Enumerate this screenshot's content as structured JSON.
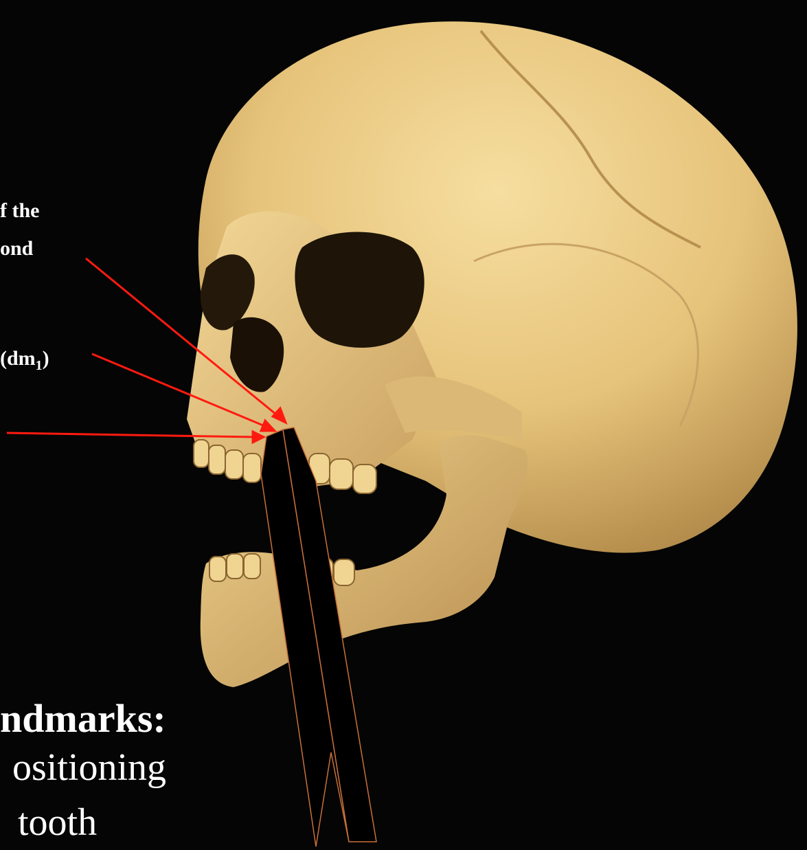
{
  "labels": {
    "line1": "f the",
    "line2": "ond",
    "dm_prefix": "(dm",
    "dm_sub": "1",
    "dm_suffix": ")"
  },
  "caption": {
    "title": "ndmarks:",
    "line1": "ositioning",
    "line2": "tooth"
  },
  "colors": {
    "background": "#050505",
    "bone": "#e8c880",
    "arrow": "#ff1a10",
    "plane_edge": "#c8703a"
  }
}
